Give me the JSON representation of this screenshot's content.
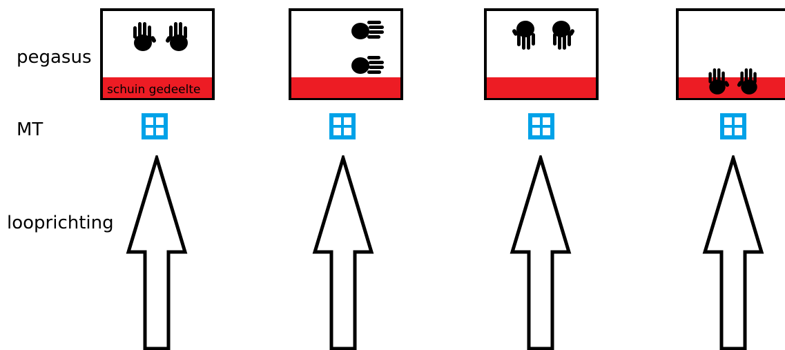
{
  "labels": {
    "row1": "pegasus",
    "row2": "MT",
    "row3": "looprichting"
  },
  "panels": [
    {
      "bar_text": "schuin gedeelte",
      "hands": "top-pair-upright"
    },
    {
      "bar_text": "",
      "hands": "right-stack-sideways"
    },
    {
      "bar_text": "",
      "hands": "top-pair-inverted"
    },
    {
      "bar_text": "",
      "hands": "bottom-pair-on-bar"
    }
  ],
  "colors": {
    "bar": "#ed1c24",
    "mt_icon": "#00a2e8",
    "outline": "#000000"
  },
  "icons": {
    "mt": "mt-grid-icon",
    "hand": "handprint-icon",
    "direction": "up-arrow-icon"
  }
}
